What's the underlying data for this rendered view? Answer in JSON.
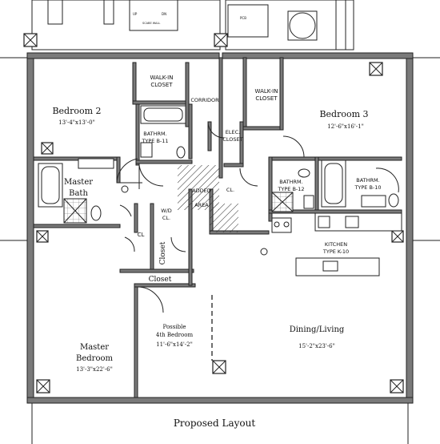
{
  "title": "Proposed Layout",
  "rooms": {
    "bedroom2": {
      "name": "Bedroom 2",
      "dims": "13'-4\"x13'-0\""
    },
    "bedroom3": {
      "name": "Bedroom 3",
      "dims": "12'-6\"x16'-1\""
    },
    "master_bath": {
      "line1": "Master",
      "line2": "Bath"
    },
    "master_bedroom": {
      "line1": "Master",
      "line2": "Bedroom",
      "dims": "13'-3\"x22'-6\""
    },
    "possible_4th": {
      "line1": "Possible",
      "line2": "4th Bedroom",
      "dims": "11'-6\"x14'-2\""
    },
    "dining_living": {
      "name": "Dining/Living",
      "dims": "15'-2\"x23'-6\""
    }
  },
  "labels": {
    "walkin_closet_left": [
      "WALK-IN",
      "CLOSET"
    ],
    "walkin_closet_right": [
      "WALK-IN",
      "CLOSET"
    ],
    "corridor": "CORRIDOR",
    "bathroom_b11": [
      "BATHRM.",
      "TYPE B-11"
    ],
    "elec_closet": [
      "ELEC.",
      "CLOSET"
    ],
    "added_area": [
      "ADDED",
      "AREA"
    ],
    "wd_closet": [
      "W/D",
      "CL."
    ],
    "cl_left": "CL",
    "cl_right": "CL.",
    "closet_vertical": "Closet",
    "closet_horizontal": "Closet",
    "bathroom_b12": [
      "BATHRM.",
      "TYPE B-12"
    ],
    "bathroom_b10": [
      "BATHRM.",
      "TYPE B-10"
    ],
    "kitchen": [
      "KITCHEN",
      "TYPE K-10"
    ],
    "top_small_1": "UP",
    "top_small_2": "DN",
    "top_small_3": "SCABE WALL",
    "top_small_4": "PCB"
  }
}
